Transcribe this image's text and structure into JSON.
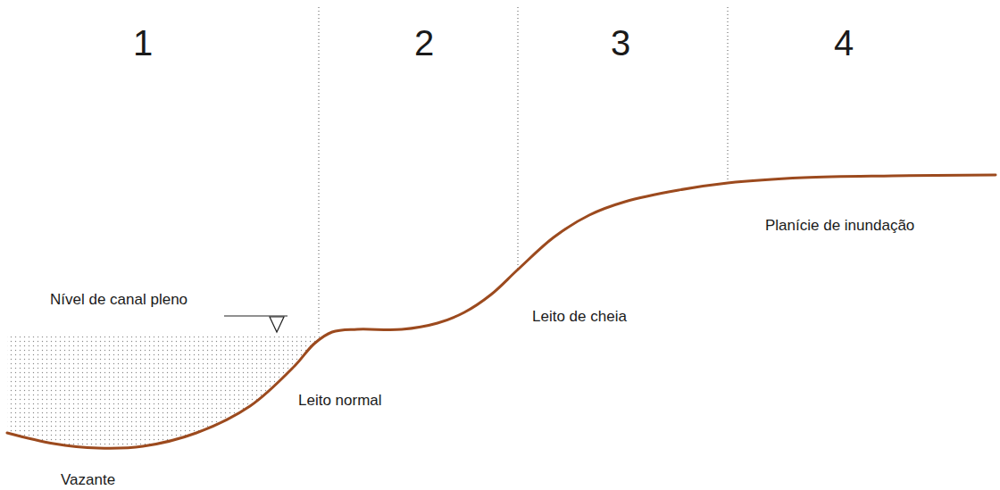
{
  "diagram": {
    "labels": [
      "1",
      "2",
      "3",
      "4",
      "Nível de canal pleno",
      "Vazante",
      "Leito normal",
      "Leito de cheia",
      "Planície de inundação"
    ]
  }
}
